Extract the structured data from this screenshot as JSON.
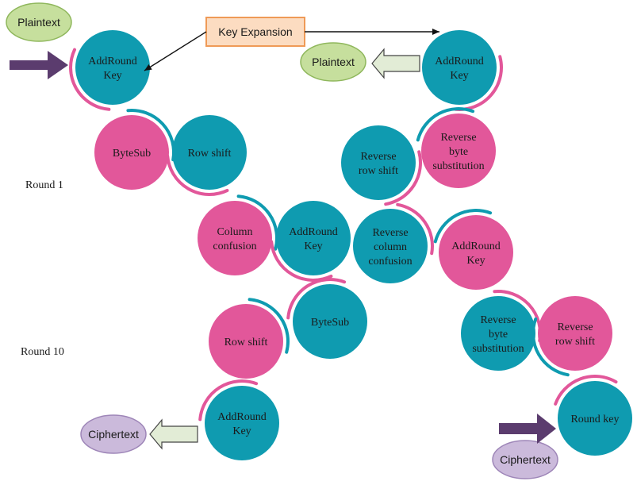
{
  "colors": {
    "teal": "#0f9bb0",
    "pink": "#e2579a",
    "plaintext_fill": "#c6df9d",
    "ciphertext_fill": "#cbbadb",
    "key_box_fill": "#fcdcc1",
    "key_box_stroke": "#ef9a57",
    "purple_arrow": "#5b3c6e",
    "hollow_arrow_fill": "#e2ecd6"
  },
  "key_expansion": {
    "label": "Key Expansion"
  },
  "terminals": {
    "plaintext_top_left": "Plaintext",
    "plaintext_top_right": "Plaintext",
    "ciphertext_bottom_left": "Ciphertext",
    "ciphertext_bottom_right": "Ciphertext"
  },
  "rounds": {
    "round_1": "Round 1",
    "round_10": "Round 10"
  },
  "encryption": {
    "addroundkey_1": [
      "AddRound",
      "Key"
    ],
    "bytesub_1": [
      "ByteSub"
    ],
    "rowshift_1": [
      "Row shift"
    ],
    "column_confusion": [
      "Column",
      "confusion"
    ],
    "addroundkey_2": [
      "AddRound",
      "Key"
    ],
    "bytesub_10": [
      "ByteSub"
    ],
    "rowshift_10": [
      "Row shift"
    ],
    "addroundkey_final": [
      "AddRound",
      "Key"
    ]
  },
  "decryption": {
    "addroundkey_top": [
      "AddRound",
      "Key"
    ],
    "reverse_byte_sub_1": [
      "Reverse",
      "byte",
      "substitution"
    ],
    "reverse_row_shift_1": [
      "Reverse",
      "row shift"
    ],
    "reverse_column_confusion": [
      "Reverse",
      "column",
      "confusion"
    ],
    "addroundkey_mid": [
      "AddRound",
      "Key"
    ],
    "reverse_byte_sub_2": [
      "Reverse",
      "byte",
      "substitution"
    ],
    "reverse_row_shift_2": [
      "Reverse",
      "row shift"
    ],
    "round_key": [
      "Round key"
    ]
  }
}
